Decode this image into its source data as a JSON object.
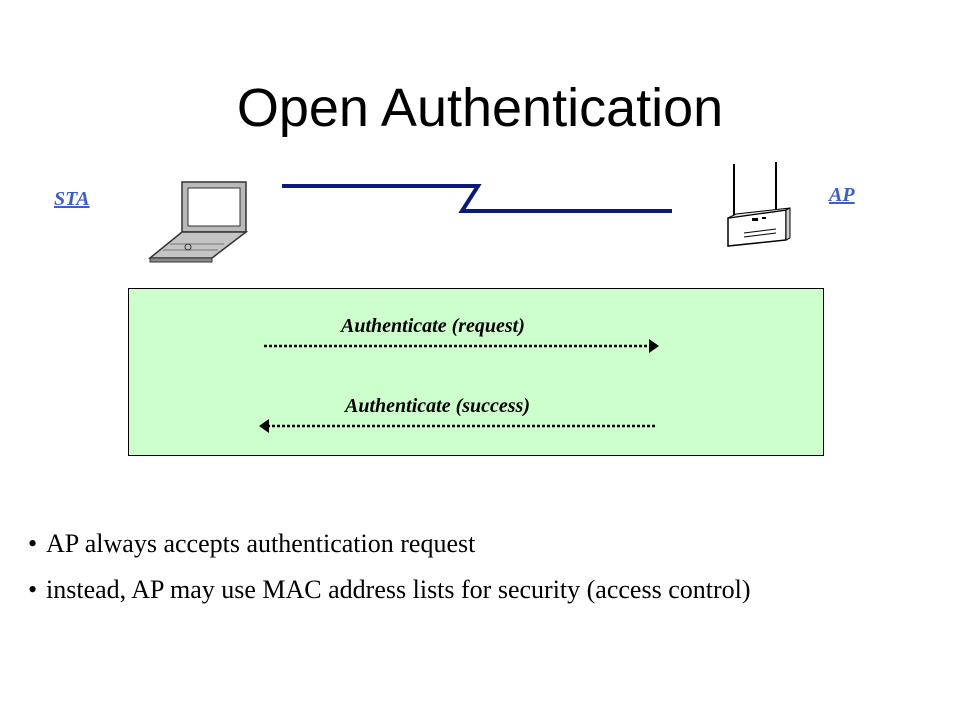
{
  "title": "Open Authentication",
  "nodes": {
    "sta_label": "STA",
    "ap_label": "AP"
  },
  "messages": [
    {
      "label": "Authenticate (request)",
      "direction": "STA to AP"
    },
    {
      "label": "Authenticate (success)",
      "direction": "AP to STA"
    }
  ],
  "bullets": [
    "AP always accepts authentication request",
    "instead, AP may use MAC address lists for security (access control)"
  ],
  "colors": {
    "label_blue": "#3d5ec8",
    "wireless_link": "#0a1a78",
    "exchange_box_fill": "#ccffcc"
  },
  "icons": [
    "laptop-icon",
    "access-point-icon",
    "wireless-link-icon"
  ]
}
